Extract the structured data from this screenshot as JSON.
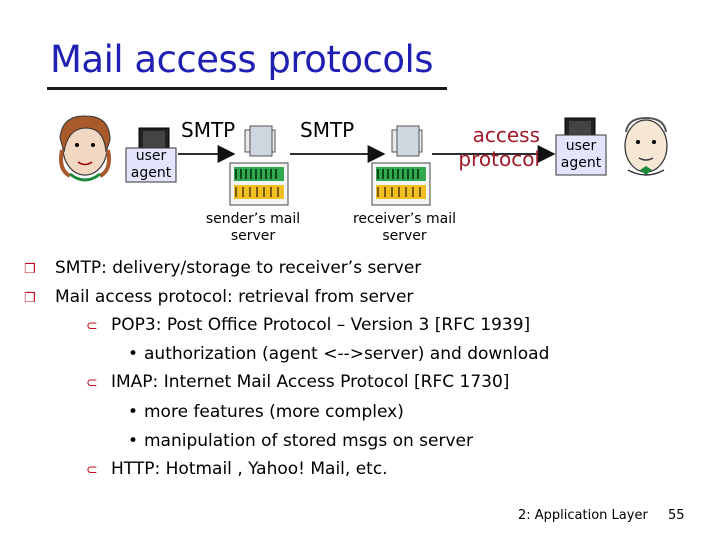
{
  "title": "Mail access protocols",
  "diagram": {
    "smtp_label_1": "SMTP",
    "smtp_label_2": "SMTP",
    "access_protocol_line1": "access",
    "access_protocol_line2": "protocol",
    "user_agent_left_line1": "user",
    "user_agent_left_line2": "agent",
    "user_agent_right_line1": "user",
    "user_agent_right_line2": "agent",
    "sender_server_line1": "sender’s mail",
    "sender_server_line2": "server",
    "receiver_server_line1": "receiver’s mail",
    "receiver_server_line2": "server",
    "icons": [
      "sender-person-icon",
      "computer-icon",
      "mail-server-icon",
      "receiver-person-icon"
    ],
    "colors": {
      "accent": "#c0101e",
      "title": "#1f1fb4",
      "server": "#2fa84f",
      "box_fill": "#e4e4ff"
    }
  },
  "bullets": [
    {
      "text": "SMTP: delivery/storage to receiver’s server"
    },
    {
      "text": "Mail access protocol: retrieval from server",
      "sub": [
        {
          "text": "POP3: Post Office Protocol – Version 3 [RFC 1939]",
          "items": [
            "authorization (agent <-->server) and download"
          ]
        },
        {
          "text": "IMAP: Internet Mail Access Protocol [RFC 1730]",
          "items": [
            "more features (more complex)",
            "manipulation of stored msgs on server"
          ]
        },
        {
          "text": "HTTP: Hotmail , Yahoo! Mail, etc.",
          "items": []
        }
      ]
    }
  ],
  "footer": {
    "chapter": "2: Application Layer",
    "page": "55"
  }
}
